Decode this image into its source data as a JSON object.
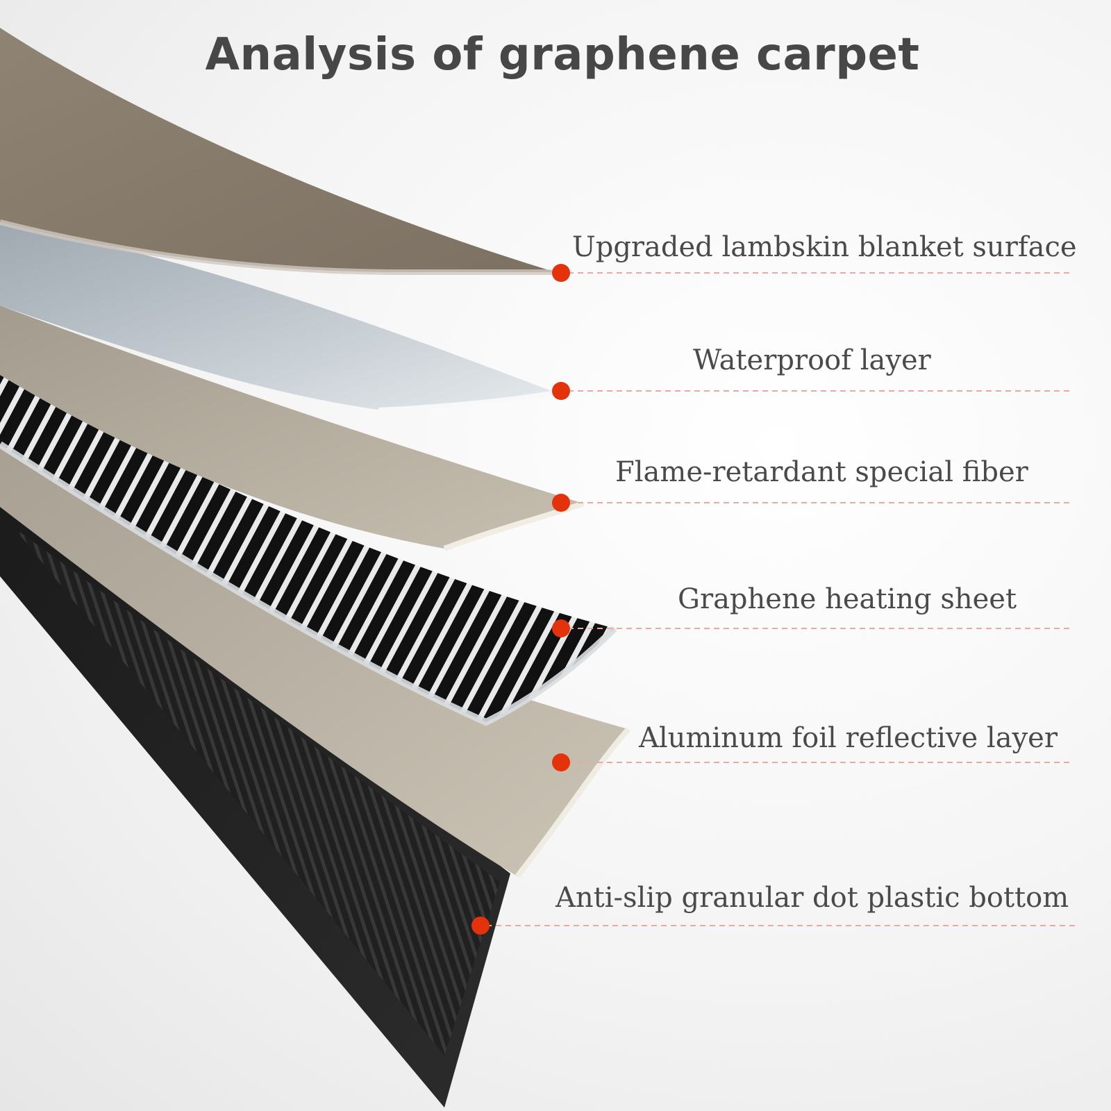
{
  "title": "Analysis of graphene carpet",
  "colors": {
    "marker": "#e3320c",
    "leader_line": "#e8a9a0",
    "text": "#4a4a4a"
  },
  "layers": [
    {
      "label": "Upgraded lambskin blanket surface"
    },
    {
      "label": "Waterproof layer"
    },
    {
      "label": "Flame-retardant special fiber"
    },
    {
      "label": "Graphene heating sheet"
    },
    {
      "label": "Aluminum foil reflective layer"
    },
    {
      "label": "Anti-slip granular dot plastic bottom"
    }
  ]
}
